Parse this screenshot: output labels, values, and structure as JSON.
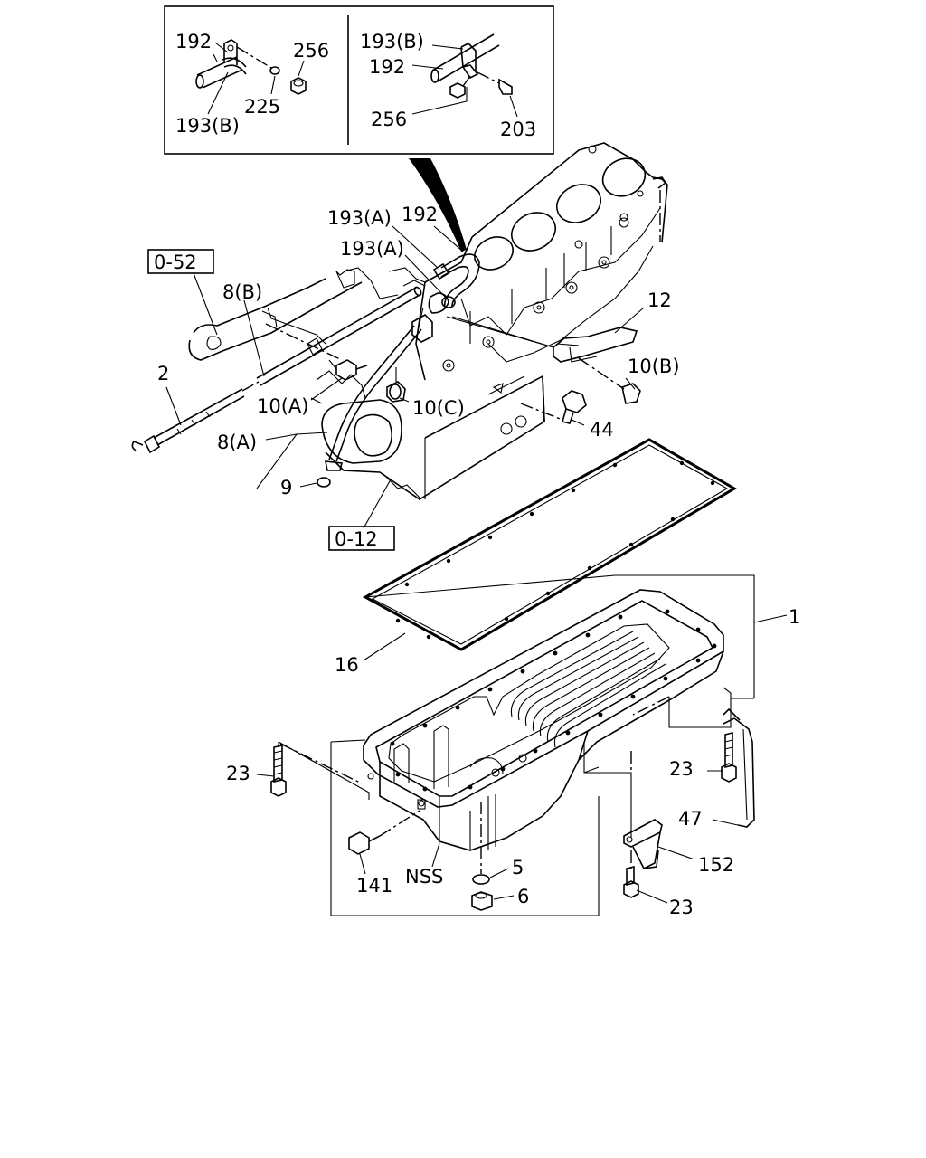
{
  "labels": {
    "inset_left_192": "192",
    "inset_left_256": "256",
    "inset_left_225": "225",
    "inset_left_193b": "193(B)",
    "inset_right_193b": "193(B)",
    "inset_right_192": "192",
    "inset_right_256": "256",
    "inset_right_203": "203",
    "p193a_top": "193(A)",
    "p192_main": "192",
    "p193a_lower": "193(A)",
    "ref_052": "0-52",
    "p8b": "8(B)",
    "p12": "12",
    "p2": "2",
    "p10b": "10(B)",
    "p10a": "10(A)",
    "p10c": "10(C)",
    "p44": "44",
    "p8a": "8(A)",
    "p9": "9",
    "ref_012": "0-12",
    "p1": "1",
    "p16": "16",
    "p23_left": "23",
    "p23_right": "23",
    "p47": "47",
    "p152": "152",
    "p141": "141",
    "pNSS": "NSS",
    "p5": "5",
    "p6": "6",
    "p23_bottom": "23"
  }
}
